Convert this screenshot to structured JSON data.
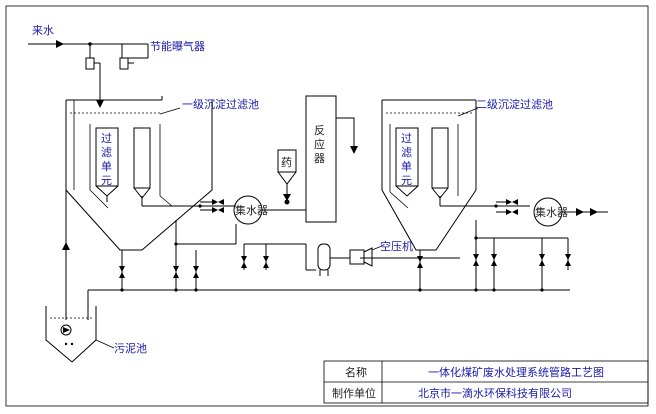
{
  "labels": {
    "inflow": "来水",
    "aerator": "节能曝气器",
    "stage1": "一级沉淀过滤池",
    "reactor": "反应器",
    "stage2": "二级沉淀过滤池",
    "dosing": "药",
    "filter_unit": "过滤单元",
    "collector": "集水器",
    "air_compressor": "空压机",
    "sludge_tank": "污泥池"
  },
  "title_block": {
    "name_label": "名称",
    "name_value": "一体化煤矿废水处理系统管路工艺图",
    "org_label": "制作单位",
    "org_value": "北京市一滴水环保科技有限公司"
  }
}
